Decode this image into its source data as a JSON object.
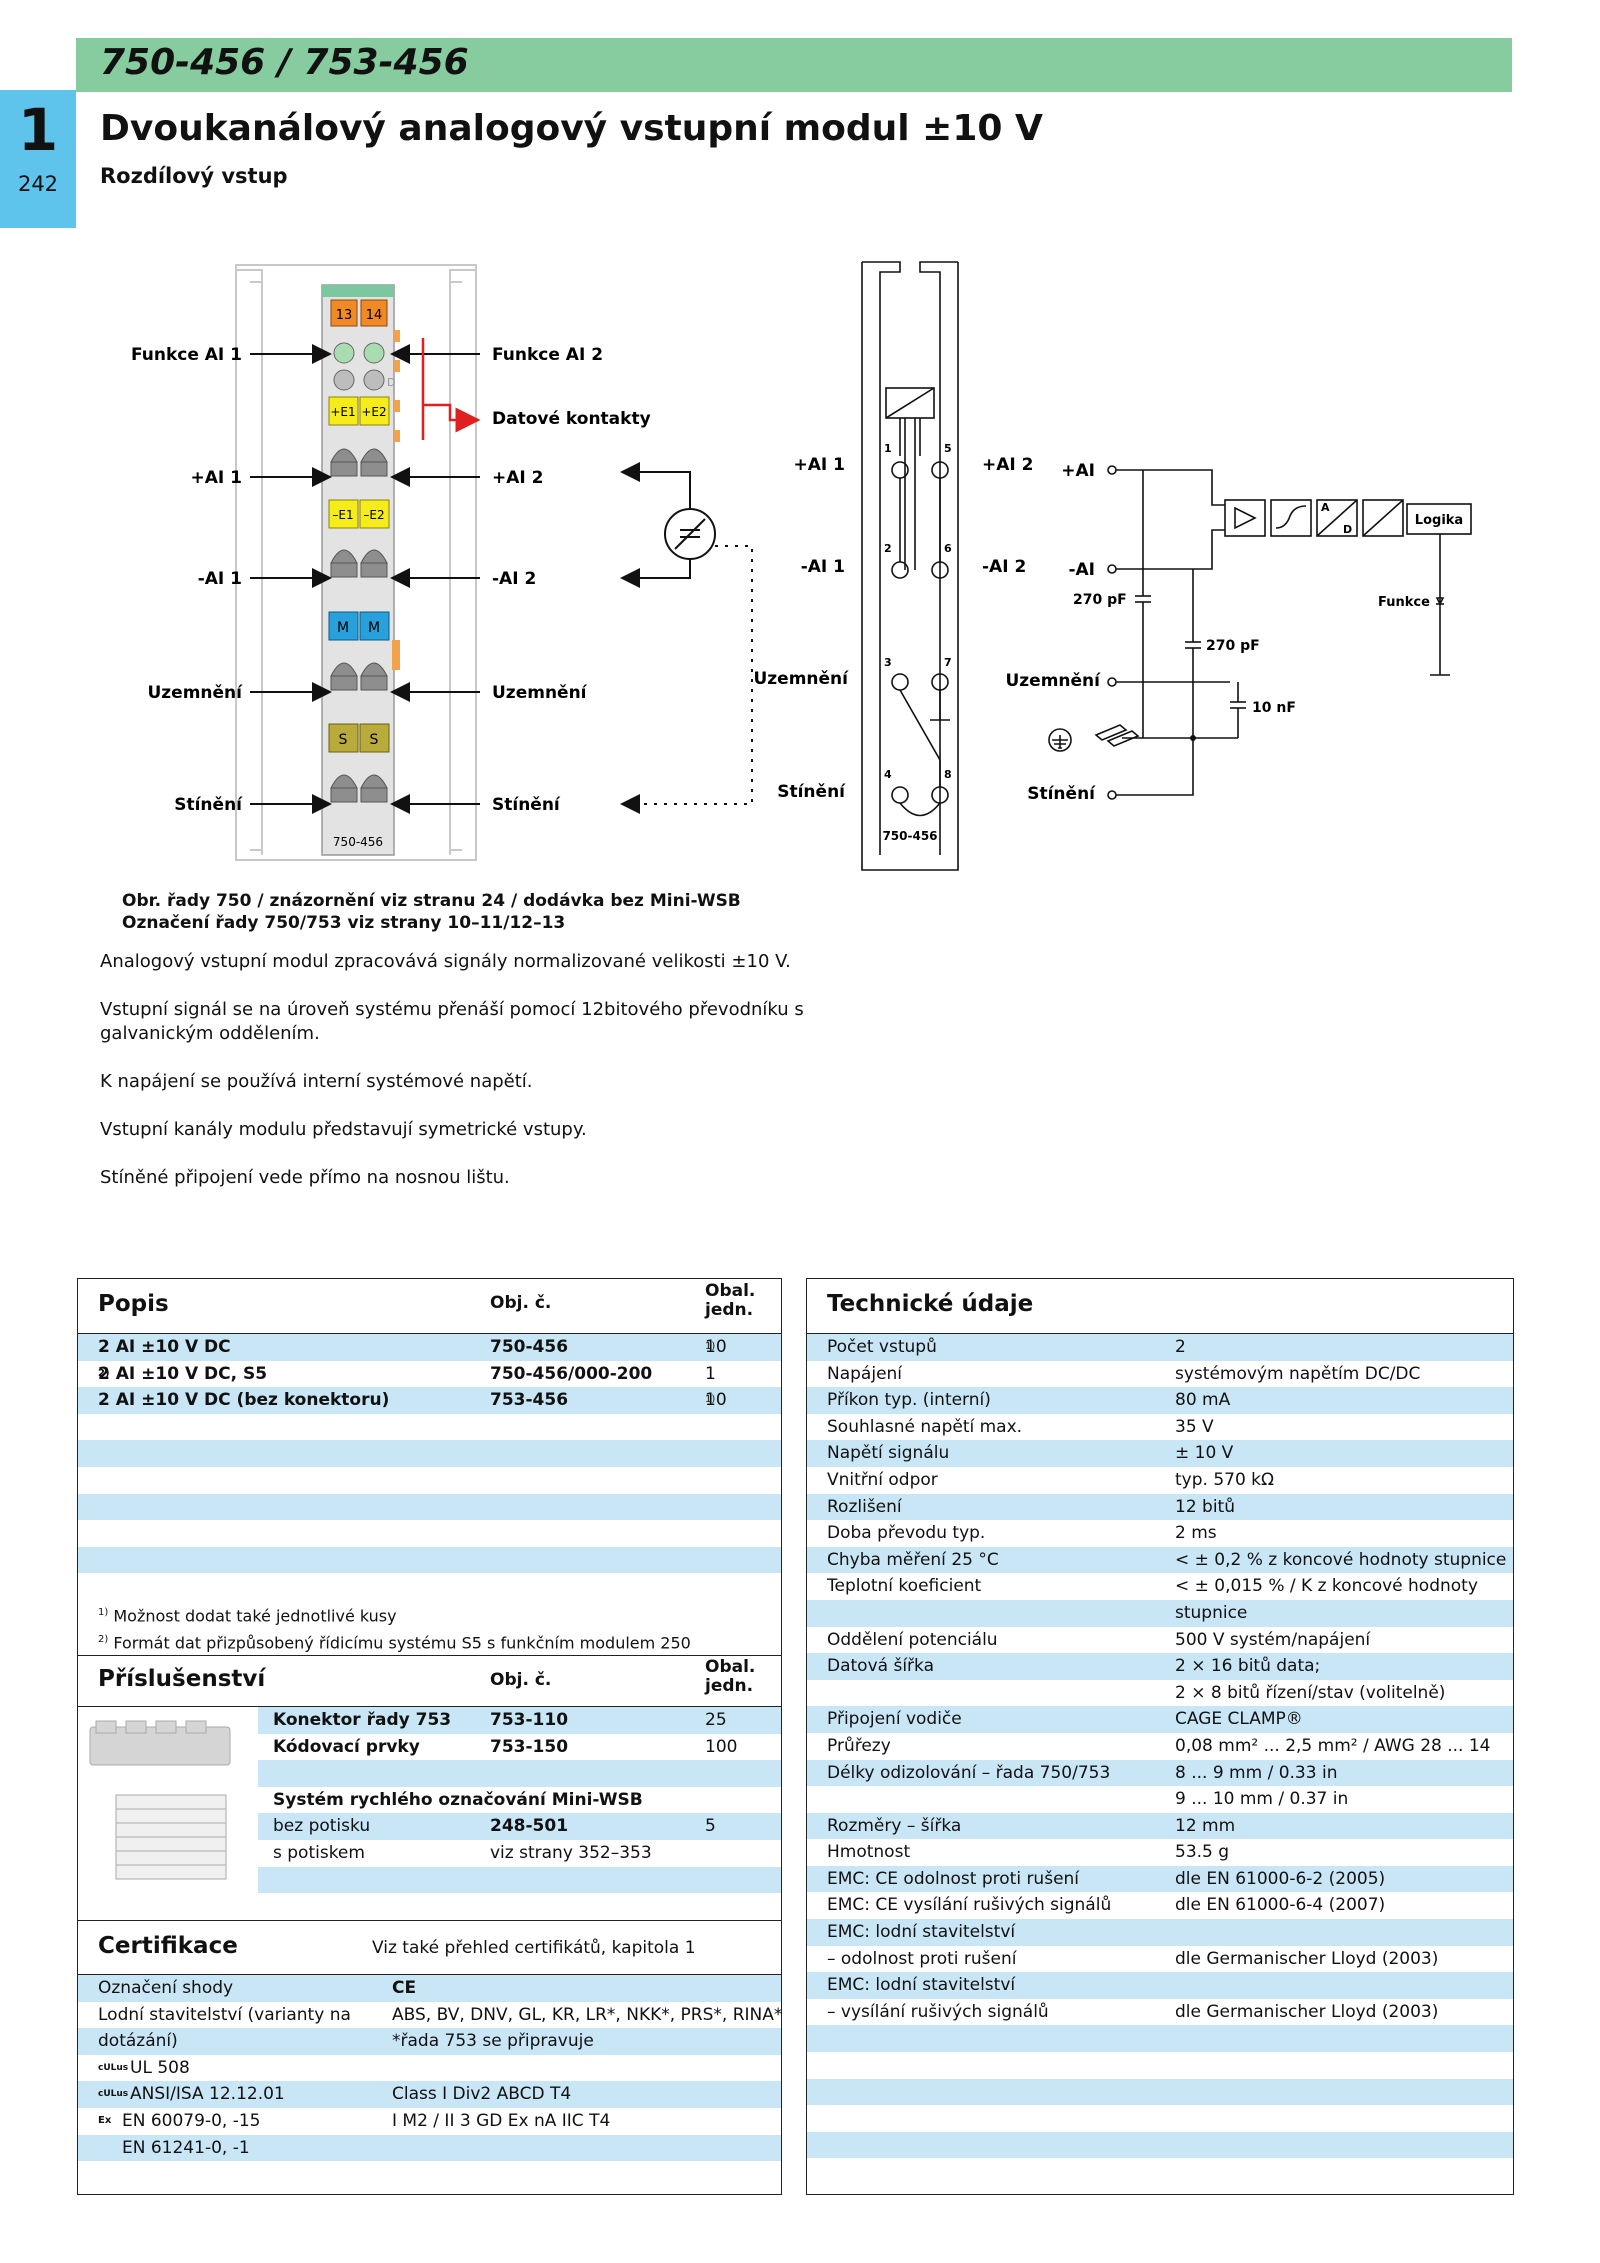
{
  "header": {
    "chapter": "1",
    "page": "242",
    "article": "750-456 / 753-456",
    "title": "Dvoukanálový analogový vstupní modul ±10 V",
    "subtitle": "Rozdílový vstup"
  },
  "diagram": {
    "module": {
      "top_labels": [
        "13",
        "14"
      ],
      "e_labels": [
        "+E1",
        "+E2"
      ],
      "neg_labels": [
        "–E1",
        "–E2"
      ],
      "m_labels": [
        "M",
        "M"
      ],
      "s_labels": [
        "S",
        "S"
      ],
      "led_d": "D",
      "bottom_label": "750-456"
    },
    "left_labels": {
      "funkce_ai1": "Funkce AI 1",
      "ai1_plus": "+AI 1",
      "ai1_minus": "-AI 1",
      "uzemneni": "Uzemnění",
      "stineni": "Stínění"
    },
    "right_labels": {
      "funkce_ai2": "Funkce AI 2",
      "datove": "Datové kontakty",
      "ai2_plus": "+AI 2",
      "ai2_minus": "-AI 2",
      "uzemneni": "Uzemnění",
      "stineni": "Stínění"
    },
    "schematic": {
      "ai1_plus": "+AI 1",
      "ai1_minus": "-AI 1",
      "uzemneni": "Uzemnění",
      "stineni": "Stínění",
      "ai2_plus": "+AI 2",
      "ai2_minus": "-AI 2",
      "pins": [
        "1",
        "5",
        "2",
        "6",
        "3",
        "7",
        "4",
        "8"
      ],
      "module_label": "750-456"
    },
    "circuit": {
      "ai_plus": "+AI",
      "ai_minus": "-AI",
      "cap1": "270 pF",
      "cap2": "270 pF",
      "cap3": "10 nF",
      "uzemneni": "Uzemnění",
      "stineni": "Stínění",
      "adc_a": "A",
      "adc_d": "D",
      "logika": "Logika",
      "funkce": "Funkce"
    }
  },
  "caption": {
    "line1": "Obr. řady 750 / znázornění viz stranu 24 / dodávka bez Mini-WSB",
    "line2": "Označení řady 750/753 viz strany 10–11/12–13"
  },
  "body": [
    "Analogový vstupní modul zpracovává signály normalizované velikosti ±10 V.",
    "Vstupní signál se na úroveň systému přenáší pomocí 12bitového převodníku s galvanickým oddělením.",
    "K napájení se používá interní systémové napětí.",
    "Vstupní kanály modulu představují symetrické vstupy.",
    "Stíněné připojení vede přímo na nosnou lištu."
  ],
  "popis": {
    "title": "Popis",
    "col_obj": "Obj. č.",
    "col_obal_1": "Obal.",
    "col_obal_2": "jedn.",
    "rows": [
      {
        "desc": "2 AI ±10 V DC",
        "sup": "",
        "obj": "750-456",
        "pack": "10",
        "pack_sup": "1)"
      },
      {
        "desc": "2 AI ±10 V DC, S5",
        "sup": "2)",
        "obj": "750-456/000-200",
        "pack": "1",
        "pack_sup": ""
      },
      {
        "desc": "2 AI ±10 V DC (bez konektoru)",
        "sup": "",
        "obj": "753-456",
        "pack": "10",
        "pack_sup": "1)"
      }
    ],
    "footnote1": "Možnost dodat také jednotlivé kusy",
    "footnote1_mark": "1)",
    "footnote2": "Formát dat přizpůsobený řídicímu systému S5 s funkčním modulem 250",
    "footnote2_mark": "2)"
  },
  "prislusenstvi": {
    "title": "Příslušenství",
    "col_obj": "Obj. č.",
    "col_obal_1": "Obal.",
    "col_obal_2": "jedn.",
    "rows": [
      {
        "desc": "Konektor řady 753",
        "obj": "753-110",
        "pack": "25",
        "bold": true
      },
      {
        "desc": "Kódovací prvky",
        "obj": "753-150",
        "pack": "100",
        "bold": true
      },
      {
        "desc": "",
        "obj": "",
        "pack": "",
        "bold": false
      },
      {
        "desc": "Systém rychlého označování Mini-WSB",
        "obj": "",
        "pack": "",
        "bold": true
      },
      {
        "desc": "bez potisku",
        "obj": "248-501",
        "pack": "5",
        "bold": false
      },
      {
        "desc": "s potiskem",
        "obj": "viz strany 352–353",
        "pack": "",
        "bold": false
      }
    ]
  },
  "certifikace": {
    "title": "Certifikace",
    "note": "Viz také přehled certifikátů, kapitola 1",
    "rows": [
      {
        "label": "Označení shody",
        "value": "CE"
      },
      {
        "label": "Lodní stavitelství (varianty na",
        "value": "ABS, BV, DNV, GL, KR, LR*, NKK*, PRS*, RINA*"
      },
      {
        "label": "dotázání)",
        "value": "*řada 753 se připravuje"
      },
      {
        "label": "UL 508",
        "value": ""
      },
      {
        "label": "ANSI/ISA 12.12.01",
        "value": "Class I Div2 ABCD T4"
      },
      {
        "label": "EN 60079-0, -15",
        "value": "I M2 / II 3 GD Ex nA IIC T4"
      },
      {
        "label": "EN 61241-0, -1",
        "value": ""
      }
    ],
    "ul_mark": "cULus",
    "ex_mark": "Ex"
  },
  "technicke": {
    "title": "Technické údaje",
    "rows": [
      {
        "label": "Počet vstupů",
        "value": "2"
      },
      {
        "label": "Napájení",
        "value": "systémovým napětím DC/DC"
      },
      {
        "label": "Příkon typ. (interní)",
        "value": "80 mA"
      },
      {
        "label": "Souhlasné napětí max.",
        "value": "35 V"
      },
      {
        "label": "Napětí signálu",
        "value": "± 10 V"
      },
      {
        "label": "Vnitřní odpor",
        "value": "typ. 570 kΩ"
      },
      {
        "label": "Rozlišení",
        "value": "12 bitů"
      },
      {
        "label": "Doba převodu typ.",
        "value": "2 ms"
      },
      {
        "label": "Chyba měření 25 °C",
        "value": "< ± 0,2 % z koncové hodnoty stupnice"
      },
      {
        "label": "Teplotní koeficient",
        "value": "< ± 0,015 % / K z koncové hodnoty"
      },
      {
        "label": "",
        "value": "stupnice"
      },
      {
        "label": "Oddělení potenciálu",
        "value": "500 V systém/napájení"
      },
      {
        "label": "Datová šířka",
        "value": "2 × 16 bitů data;"
      },
      {
        "label": "",
        "value": "2 × 8 bitů řízení/stav (volitelně)"
      },
      {
        "label": "Připojení vodiče",
        "value": "CAGE CLAMP®"
      },
      {
        "label": "Průřezy",
        "value": "0,08 mm² ... 2,5 mm² / AWG 28 ... 14"
      },
      {
        "label": "Délky odizolování – řada 750/753",
        "value": "8 ... 9 mm / 0.33 in"
      },
      {
        "label": "",
        "value": "9 ... 10 mm / 0.37 in"
      },
      {
        "label": "Rozměry – šířka",
        "value": "12 mm"
      },
      {
        "label": "Hmotnost",
        "value": "53.5 g"
      },
      {
        "label": "EMC: CE odolnost proti rušení",
        "value": "dle EN 61000-6-2 (2005)"
      },
      {
        "label": "EMC: CE vysílání rušivých signálů",
        "value": "dle EN 61000-6-4 (2007)"
      },
      {
        "label": "EMC: lodní stavitelství",
        "value": ""
      },
      {
        "label": "– odolnost proti rušení",
        "value": "dle Germanischer Lloyd (2003)"
      },
      {
        "label": "EMC: lodní stavitelství",
        "value": ""
      },
      {
        "label": "– vysílání rušivých signálů",
        "value": "dle Germanischer Lloyd (2003)"
      },
      {
        "label": "",
        "value": ""
      },
      {
        "label": "",
        "value": ""
      },
      {
        "label": "",
        "value": ""
      },
      {
        "label": "",
        "value": ""
      },
      {
        "label": "",
        "value": ""
      }
    ]
  }
}
